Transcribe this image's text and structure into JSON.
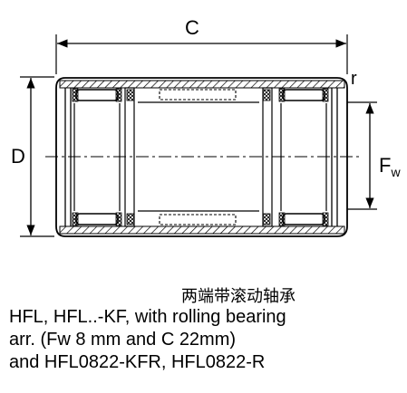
{
  "dimensions": {
    "width_label": "C",
    "diameter_label": "D",
    "radius_label": "r",
    "bore_label_main": "F",
    "bore_label_sub": "w"
  },
  "caption": {
    "chinese_title": "两端带滚动轴承",
    "line1": "HFL, HFL..-KF, with rolling bearing",
    "line2": "arr. (Fw  8 mm and C  22mm)",
    "line3": "and HFL0822-KFR, HFL0822-R"
  }
}
